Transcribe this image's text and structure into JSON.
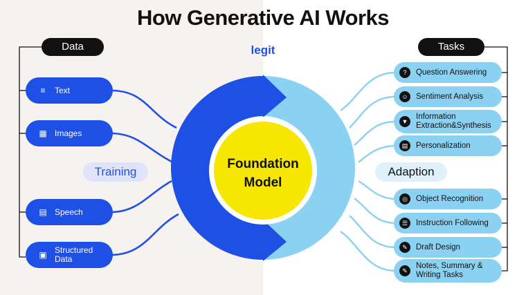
{
  "title": "How Generative AI Works",
  "logo": "legit",
  "data_header": "Data",
  "tasks_header": "Tasks",
  "training_label": "Training",
  "adaption_label": "Adaption",
  "center": {
    "line1": "Foundation",
    "line2": "Model"
  },
  "data_items": [
    {
      "label": "Text",
      "icon": "text-lines-icon"
    },
    {
      "label": "Images",
      "icon": "image-icon"
    },
    {
      "label": "Speech",
      "icon": "speech-bubble-icon"
    },
    {
      "label": "Structured\nData",
      "icon": "database-icon"
    }
  ],
  "task_items": [
    {
      "label": "Question Answering",
      "icon": "question-bubble-icon"
    },
    {
      "label": "Sentiment Analysis",
      "icon": "sentiment-icon"
    },
    {
      "label": "Information\nExtraction&Synthesis",
      "icon": "funnel-icon"
    },
    {
      "label": "Personalization",
      "icon": "id-card-icon"
    },
    {
      "label": "Object Recognition",
      "icon": "target-icon"
    },
    {
      "label": "Instruction Following",
      "icon": "checklist-icon"
    },
    {
      "label": "Draft Design",
      "icon": "pen-icon"
    },
    {
      "label": "Notes, Summary &\nWriting Tasks",
      "icon": "notes-icon"
    }
  ],
  "colors": {
    "primary_blue": "#1f50e6",
    "light_blue": "#8ad1f2",
    "yellow": "#f7e600",
    "dark": "#111111"
  }
}
